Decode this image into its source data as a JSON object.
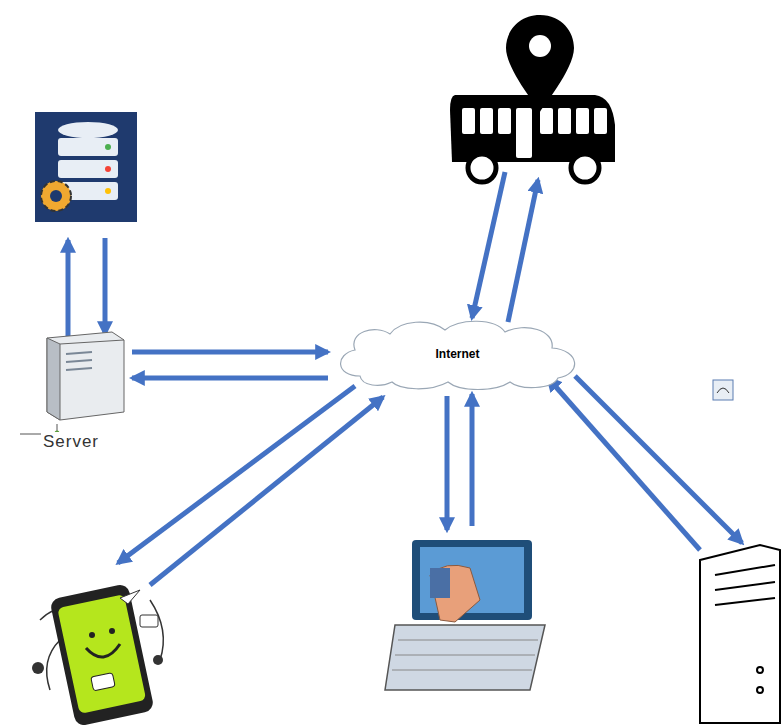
{
  "diagram": {
    "nodes": [
      {
        "text": [
          "Internet"
        ]
      },
      {
        "text": [
          "Server"
        ]
      }
    ],
    "edges": [
      {
        "from": 1,
        "to": 0,
        "arrow": "to"
      },
      {
        "from": 0,
        "to": 1,
        "arrow": "to"
      }
    ]
  }
}
